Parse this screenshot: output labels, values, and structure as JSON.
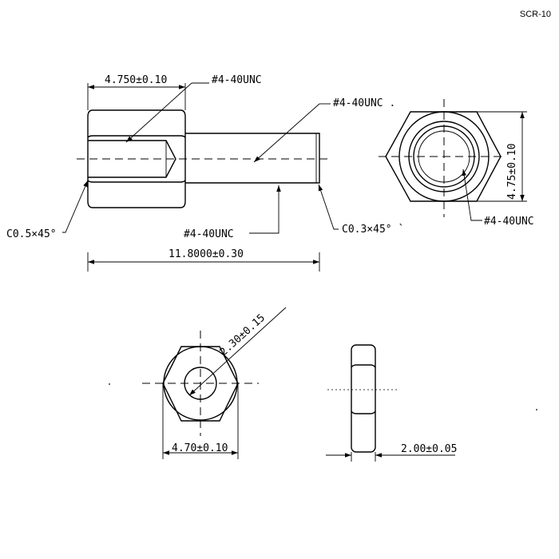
{
  "part_number": "SCR-10",
  "side_view": {
    "hex_length_dim": "4.750±0.10",
    "internal_thread_callout": "#4-40UNC",
    "shaft_thread_callout_top": "#4-40UNC .",
    "shaft_thread_callout_bottom": "#4-40UNC",
    "chamfer_left": "C0.5×45°",
    "chamfer_right": "C0.3×45° `",
    "overall_length_dim": "11.8000±0.30"
  },
  "end_view": {
    "hex_flat_dim": "4.75±0.10",
    "thread_callout": "#4-40UNC"
  },
  "nut_front_view": {
    "hole_dim": "2.30±0.15",
    "width_dim": "4.70±0.10"
  },
  "nut_side_view": {
    "thickness_dim": "2.00±0.05"
  }
}
